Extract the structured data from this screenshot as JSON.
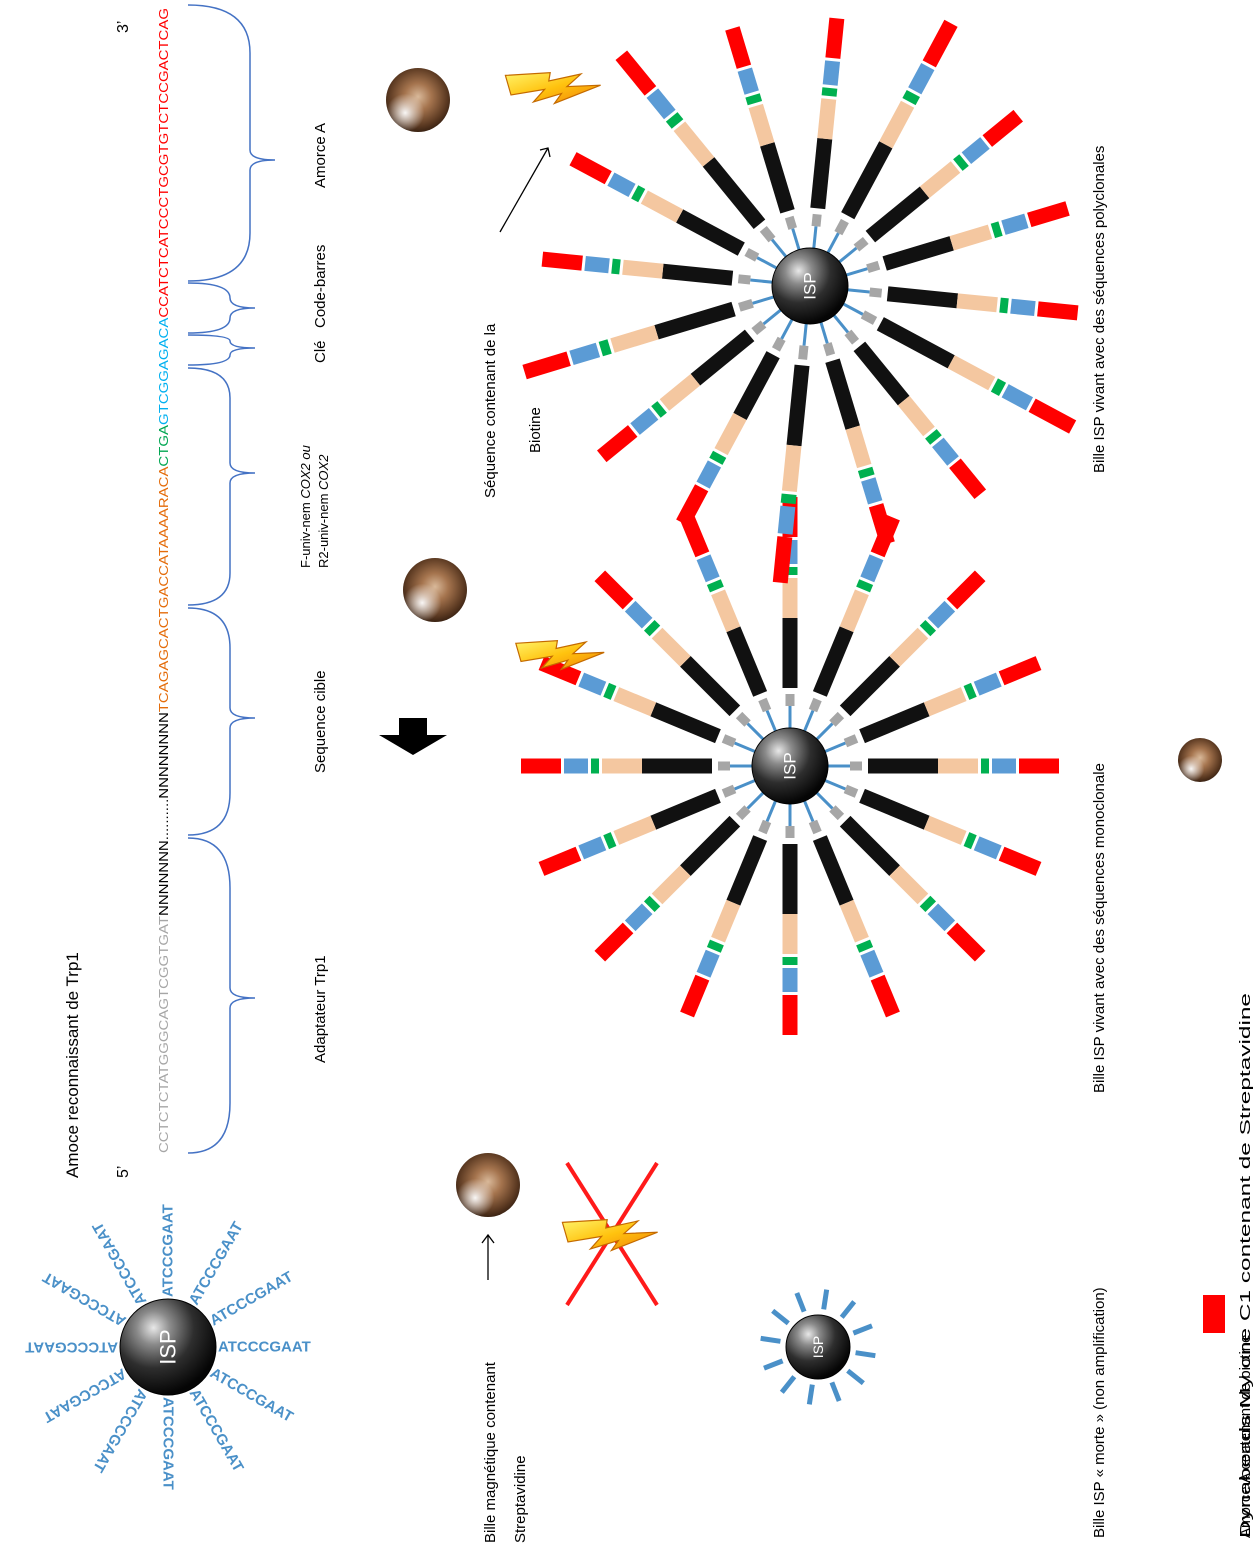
{
  "sequence": {
    "title": "Amoce reconnaissant de Trp1",
    "end5": "5’",
    "end3": "3’",
    "parts": [
      {
        "text": "CCTCTCTATGGGCAGTCGGTGAT",
        "color": "#a6a6a6"
      },
      {
        "text": "NNNNNNN..........NNNNNNNN",
        "color": "#000000"
      },
      {
        "text": "TCAGAGCACTGACCATAAAARACA",
        "color": "#e46c0a"
      },
      {
        "text": "CTGA",
        "color": "#00a651"
      },
      {
        "text": "GTCGGAGACA",
        "color": "#00b0f0"
      },
      {
        "text": "CCATCTCATCCCTGCGTGTCTCCGACTCAG",
        "color": "#ff0000"
      }
    ],
    "segments": {
      "adaptateur": "Adaptateur Trp1",
      "cible": "Sequence cible",
      "f_univ": "F-univ-nem ",
      "f_gene": "COX2 ou",
      "r_univ": "R2-univ-nem ",
      "r_gene": "COX2",
      "cle": "Clé",
      "code": "Code-barres",
      "amorce": "Amorce A"
    }
  },
  "isp_label": "ISP",
  "primer_seq": "ATCCCGAAT",
  "labels": {
    "biotine_seq_1": "Séquence contenant de la",
    "biotine_seq_2": "Biotine",
    "magnetic_1": "Bille magnétique contenant",
    "magnetic_2": "Streptavidine",
    "dead": "Bille ISP « morte » (non amplification)",
    "mono": "Bille ISP vivant avec des séquences monoclonale",
    "poly": "Bille ISP vivant avec des  séquences polyclonales",
    "dynabeads": "Dynabeads My one C1 contenant de Streptavidine",
    "amorce_biotine": "Amorce A contenant de biotine"
  },
  "colors": {
    "red": "#ff0000",
    "blue": "#5b9bd5",
    "green": "#00b050",
    "tan": "#f4c7a0",
    "black": "#111111",
    "gray": "#a6a6a6",
    "primer": "#4a90c8",
    "bracket": "#4472c4"
  }
}
